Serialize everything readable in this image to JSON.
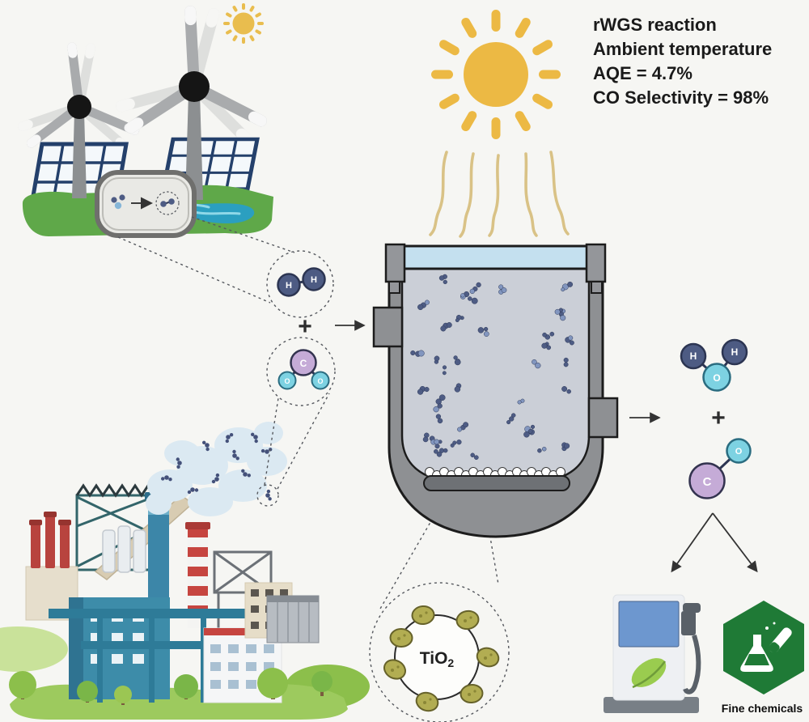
{
  "figure": {
    "annotation_lines": [
      "rWGS reaction",
      "Ambient temperature",
      "AQE = 4.7%",
      "CO Selectivity = 98%"
    ],
    "plus_sign": "+",
    "fine_chemicals_label": "Fine chemicals",
    "tio2_label": {
      "base": "TiO",
      "subscript": "2"
    },
    "molecules": {
      "h2_feed": {
        "atom1": "H",
        "atom2": "H"
      },
      "co2_feed": {
        "c": "C",
        "o1": "O",
        "o2": "O"
      },
      "h2o_product": {
        "h1": "H",
        "h2": "H",
        "o": "O"
      },
      "co_product": {
        "c": "C",
        "o": "O"
      }
    },
    "colors": {
      "sun": "#ecb944",
      "sun_ray_wavy": "#d9c286",
      "reactor_glass": "#c4e0ef",
      "reactor_shell": "#8e9093",
      "reactor_interior": "#cbcfd7",
      "molecule_h": "#4d5b83",
      "molecule_c": "#c5abd7",
      "molecule_o": "#7dd2e2",
      "hexagon_green": "#1f7a36",
      "grass": "#5fa849",
      "catalyst_blob": "#b2ad52",
      "smoke": "#dbe9f2",
      "pump_screen": "#6d97cf",
      "pump_leaf": "#9acc4f"
    }
  }
}
